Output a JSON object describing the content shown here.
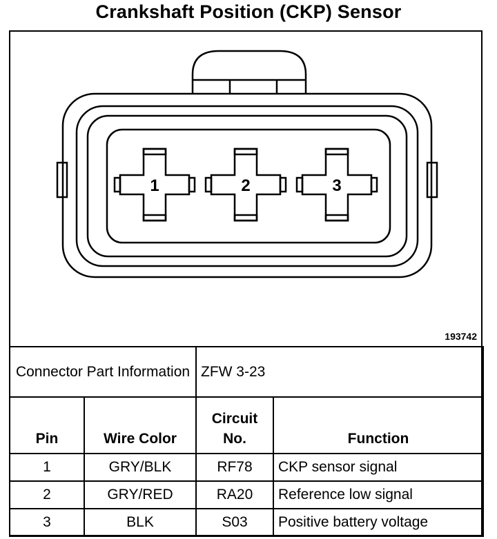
{
  "title": "Crankshaft Position (CKP) Sensor",
  "figure_id": "193742",
  "pins": [
    "1",
    "2",
    "3"
  ],
  "connector": {
    "label": "Connector Part Information",
    "value": "ZFW 3-23"
  },
  "table": {
    "headers": {
      "pin": "Pin",
      "wire_color": "Wire Color",
      "circuit": "Circuit No.",
      "function": "Function"
    },
    "rows": [
      {
        "pin": "1",
        "wire": "GRY/BLK",
        "circuit": "RF78",
        "function": "CKP sensor signal"
      },
      {
        "pin": "2",
        "wire": "GRY/RED",
        "circuit": "RA20",
        "function": "Reference low signal"
      },
      {
        "pin": "3",
        "wire": "BLK",
        "circuit": "S03",
        "function": "Positive battery voltage"
      }
    ]
  }
}
